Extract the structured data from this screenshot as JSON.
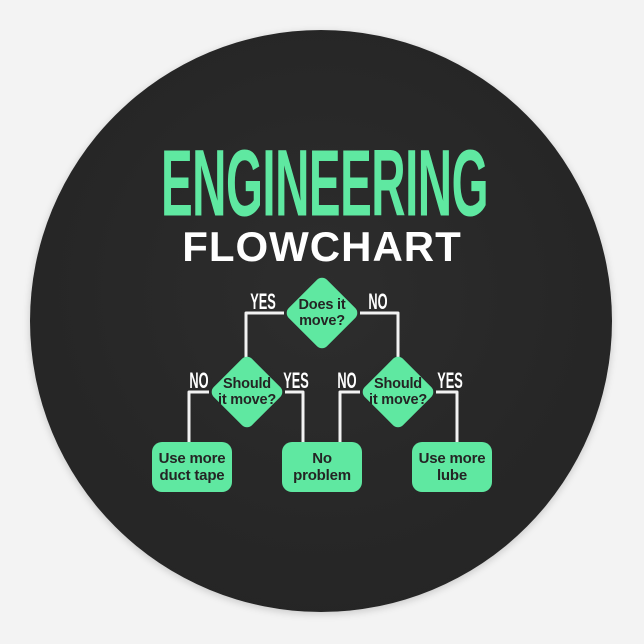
{
  "title": {
    "main": "ENGINEERING",
    "sub": "FLOWCHART"
  },
  "colors": {
    "accent_green": "#5FE8A1",
    "circle_dark": "#272727",
    "text_light": "#FFFFFF",
    "page_bg": "#F3F3F3"
  },
  "flowchart": {
    "decisions": {
      "root": {
        "line1": "Does it",
        "line2": "move?"
      },
      "left": {
        "line1": "Should",
        "line2": "it move?"
      },
      "right": {
        "line1": "Should",
        "line2": "it move?"
      }
    },
    "branch_labels": {
      "root_yes": "YES",
      "root_no": "NO",
      "left_no": "NO",
      "left_yes": "YES",
      "right_no": "NO",
      "right_yes": "YES"
    },
    "outcomes": {
      "duct_tape": {
        "line1": "Use more",
        "line2": "duct tape"
      },
      "no_problem": {
        "line1": "No",
        "line2": "problem"
      },
      "lube": {
        "line1": "Use more",
        "line2": "lube"
      }
    }
  }
}
